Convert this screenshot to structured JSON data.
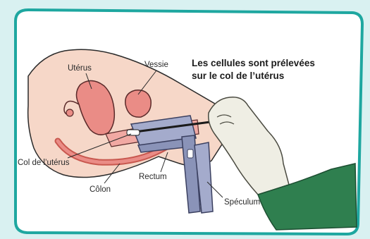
{
  "diagram": {
    "heading": [
      "Les cellules sont prélevées",
      "sur le col de l’utérus"
    ],
    "labels": {
      "uterus": "Utérus",
      "vessie": "Vessie",
      "col": "Col de l’utérus",
      "colon": "Côlon",
      "rectum": "Rectum",
      "speculum": "Spéculum"
    },
    "colors": {
      "frame": "#1ea7a0",
      "background": "#d9f1f1",
      "body_fill": "#f6d7c8",
      "organ_fill": "#ea8c86",
      "speculum": "#8a93b8",
      "sleeve": "#2f7f4f",
      "glove": "#efeee4"
    }
  }
}
